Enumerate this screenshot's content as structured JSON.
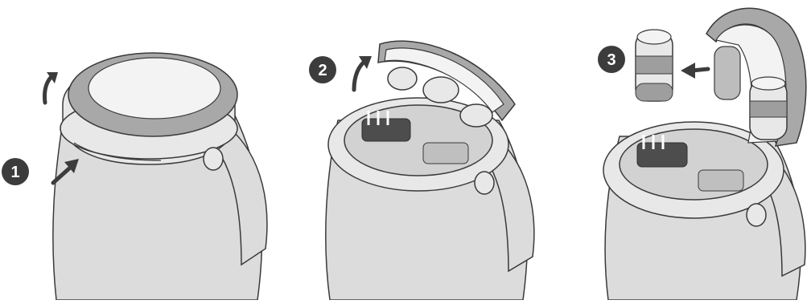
{
  "steps": [
    {
      "number": "1",
      "arrow_icons": [
        "curved-arrow-up-icon",
        "arrow-press-icon"
      ]
    },
    {
      "number": "2",
      "arrow_icons": [
        "curved-arrow-up-icon"
      ]
    },
    {
      "number": "3",
      "arrow_icons": [
        "arrow-left-icon"
      ]
    }
  ],
  "colors": {
    "outline": "#3a3a3a",
    "band": "#d9d9d9",
    "body": "#e6e6e6",
    "bezel": "#a9a9a9",
    "screen": "#f2f2f2",
    "cavity": "#cfcfcf",
    "dark": "#4d4d4d",
    "badge": "#3c3c3c",
    "badge_text": "#ffffff"
  }
}
